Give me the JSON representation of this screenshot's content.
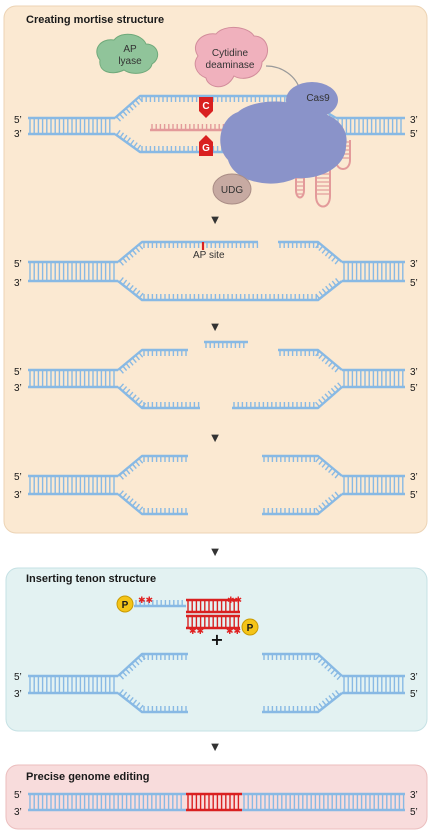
{
  "panels": {
    "mortise_title": "Creating mortise structure",
    "tenon_title": "Inserting tenon structure",
    "precise_title": "Precise genome editing"
  },
  "ends": {
    "five": "5’",
    "three": "3’"
  },
  "proteins": {
    "ap_lyase": [
      "AP",
      "lyase"
    ],
    "cytidine_deaminase": [
      "Cytidine",
      "deaminase"
    ],
    "cas9": "Cas9",
    "udg": "UDG"
  },
  "bases": {
    "c": "C",
    "g": "G"
  },
  "ap_site": "AP site",
  "phosphate": "P",
  "plus": "+",
  "star_glyph": "✱✱",
  "arrow_glyph": "▼",
  "colors": {
    "dna_blue": "#88b9e4",
    "edit_red": "#d92020",
    "sgrna_pink": "#e39a9a",
    "mortise_bg": "#fbe9d2",
    "tenon_bg": "#e3f2f2",
    "precise_bg": "#f8dcdc",
    "cas9": "#8a93c9",
    "ap_lyase": "#90c49a",
    "cytidine_deaminase": "#f0b1bd",
    "udg": "#c7aaa2",
    "phosphate": "#f4c418"
  }
}
